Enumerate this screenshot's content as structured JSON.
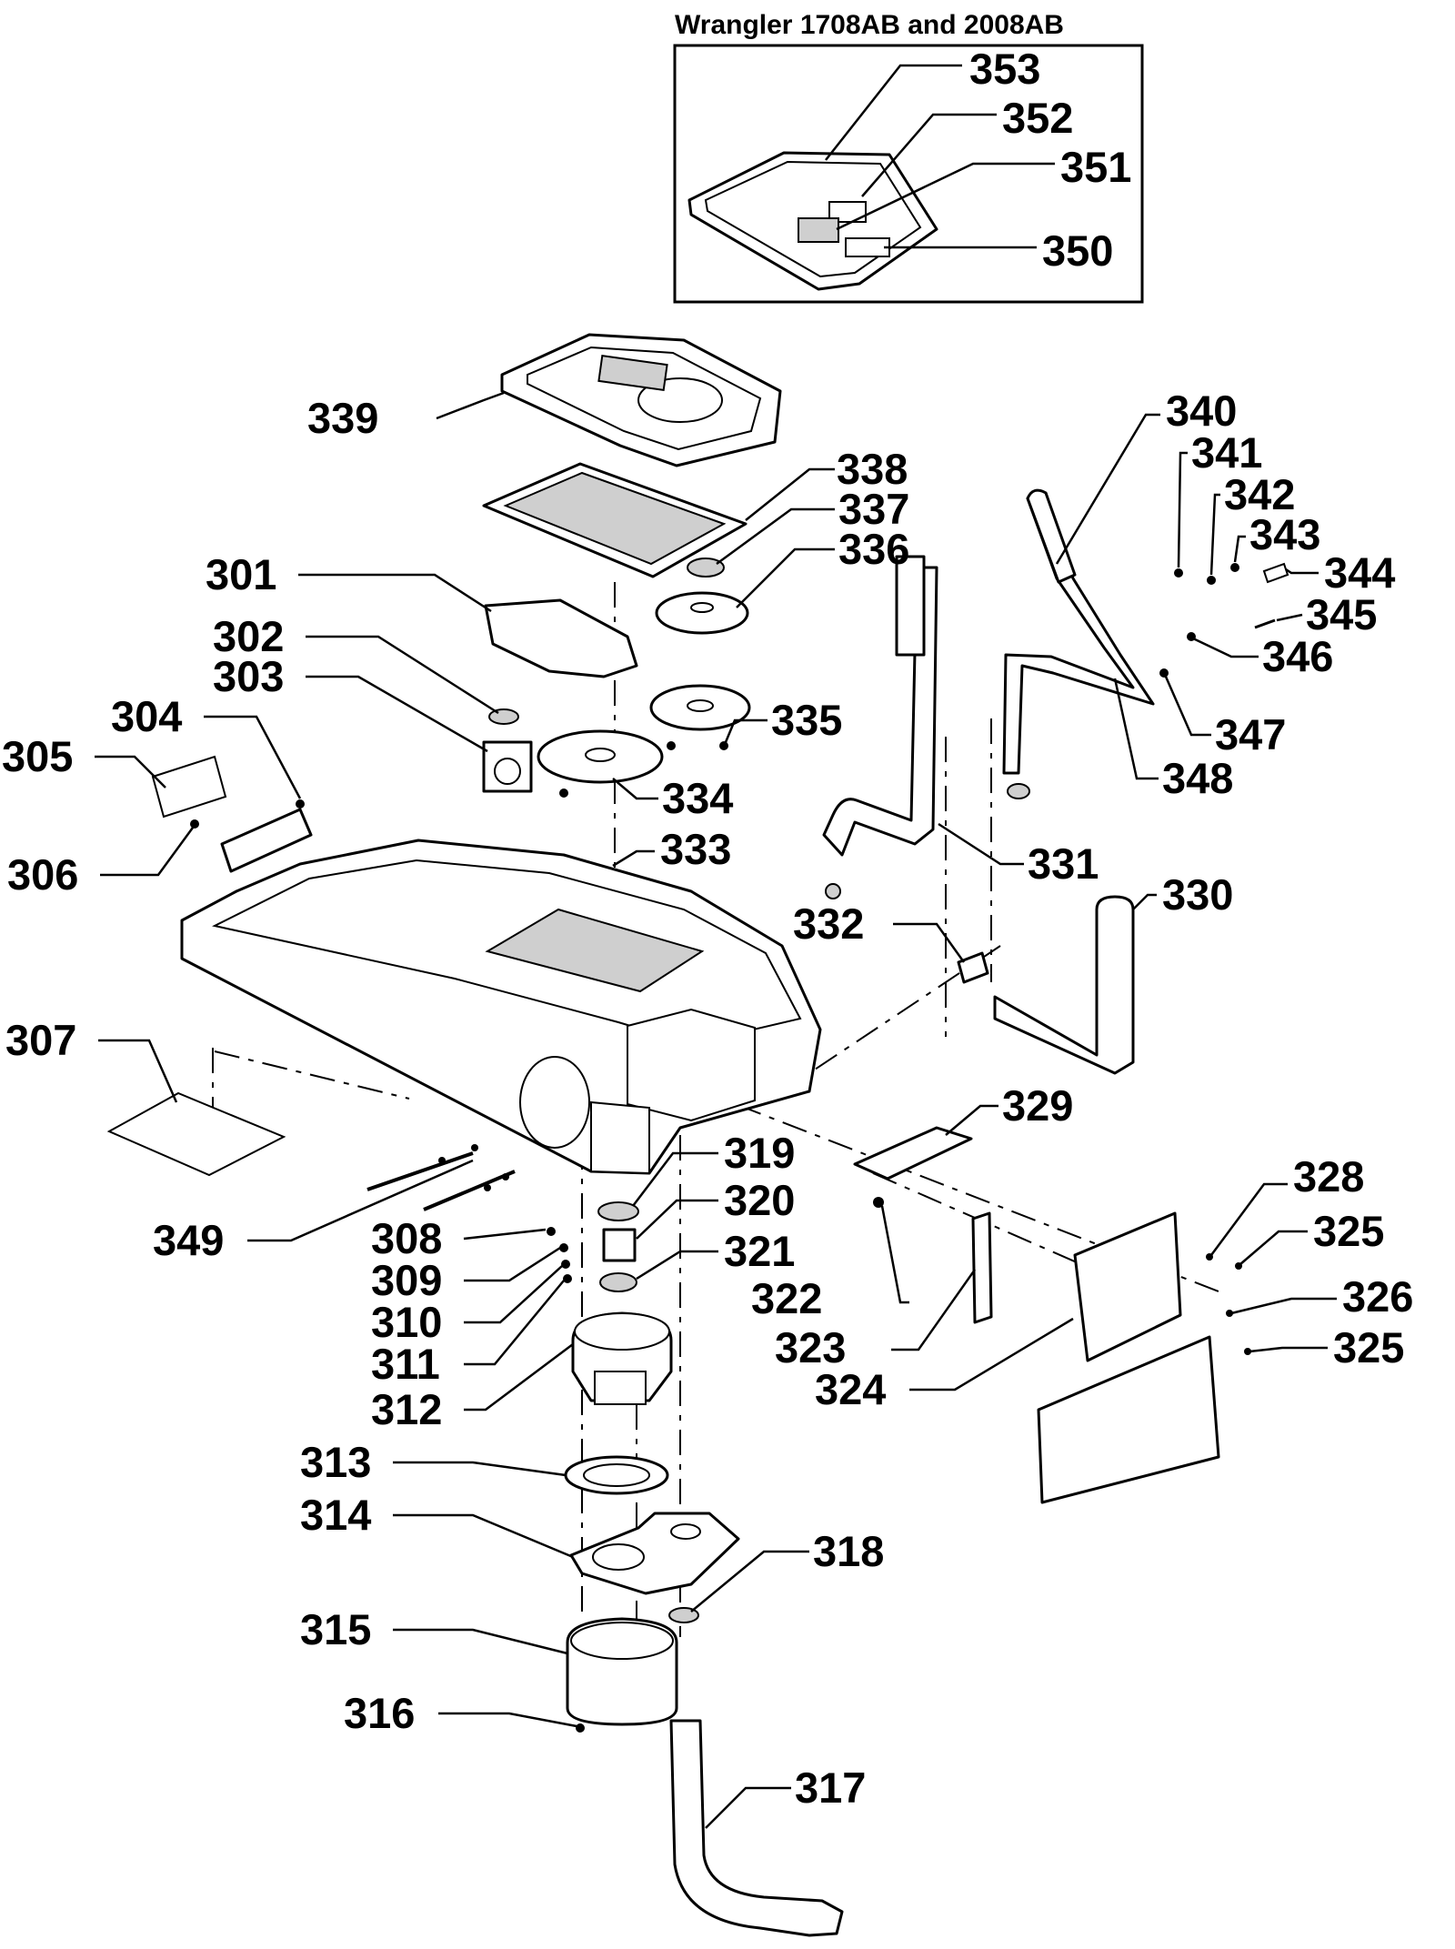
{
  "inset": {
    "title": "Wrangler 1708AB and 2008AB"
  },
  "callouts": {
    "c301": "301",
    "c302": "302",
    "c303": "303",
    "c304": "304",
    "c305": "305",
    "c306": "306",
    "c307": "307",
    "c308": "308",
    "c309": "309",
    "c310": "310",
    "c311": "311",
    "c312": "312",
    "c313": "313",
    "c314": "314",
    "c315": "315",
    "c316": "316",
    "c317": "317",
    "c318": "318",
    "c319": "319",
    "c320": "320",
    "c321": "321",
    "c322": "322",
    "c323": "323",
    "c324": "324",
    "c325a": "325",
    "c325b": "325",
    "c326": "326",
    "c328": "328",
    "c329": "329",
    "c330": "330",
    "c331": "331",
    "c332": "332",
    "c333": "333",
    "c334": "334",
    "c335": "335",
    "c336": "336",
    "c337": "337",
    "c338": "338",
    "c339": "339",
    "c340": "340",
    "c341": "341",
    "c342": "342",
    "c343": "343",
    "c344": "344",
    "c345": "345",
    "c346": "346",
    "c347": "347",
    "c348": "348",
    "c349": "349",
    "c350": "350",
    "c351": "351",
    "c352": "352",
    "c353": "353"
  }
}
